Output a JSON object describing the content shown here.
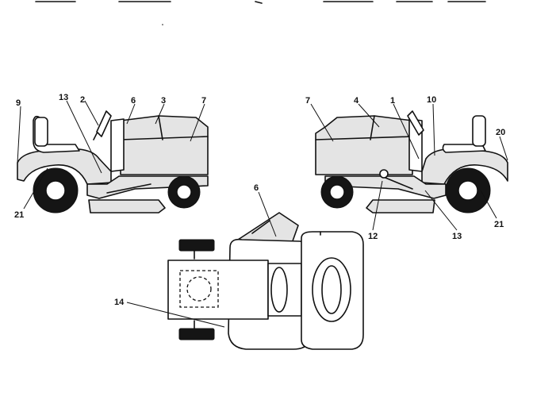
{
  "callouts": {
    "left": {
      "n9": "9",
      "n13": "13",
      "n2": "2",
      "n6": "6",
      "n3": "3",
      "n7": "7",
      "n21": "21"
    },
    "right": {
      "n7": "7",
      "n4": "4",
      "n1": "1",
      "n10": "10",
      "n20": "20",
      "n12": "12",
      "n13": "13",
      "n21": "21"
    },
    "top": {
      "n6": "6",
      "n14": "14"
    }
  },
  "colors": {
    "line": "#111111",
    "body_fill": "#e4e4e4",
    "tire": "#151515"
  }
}
